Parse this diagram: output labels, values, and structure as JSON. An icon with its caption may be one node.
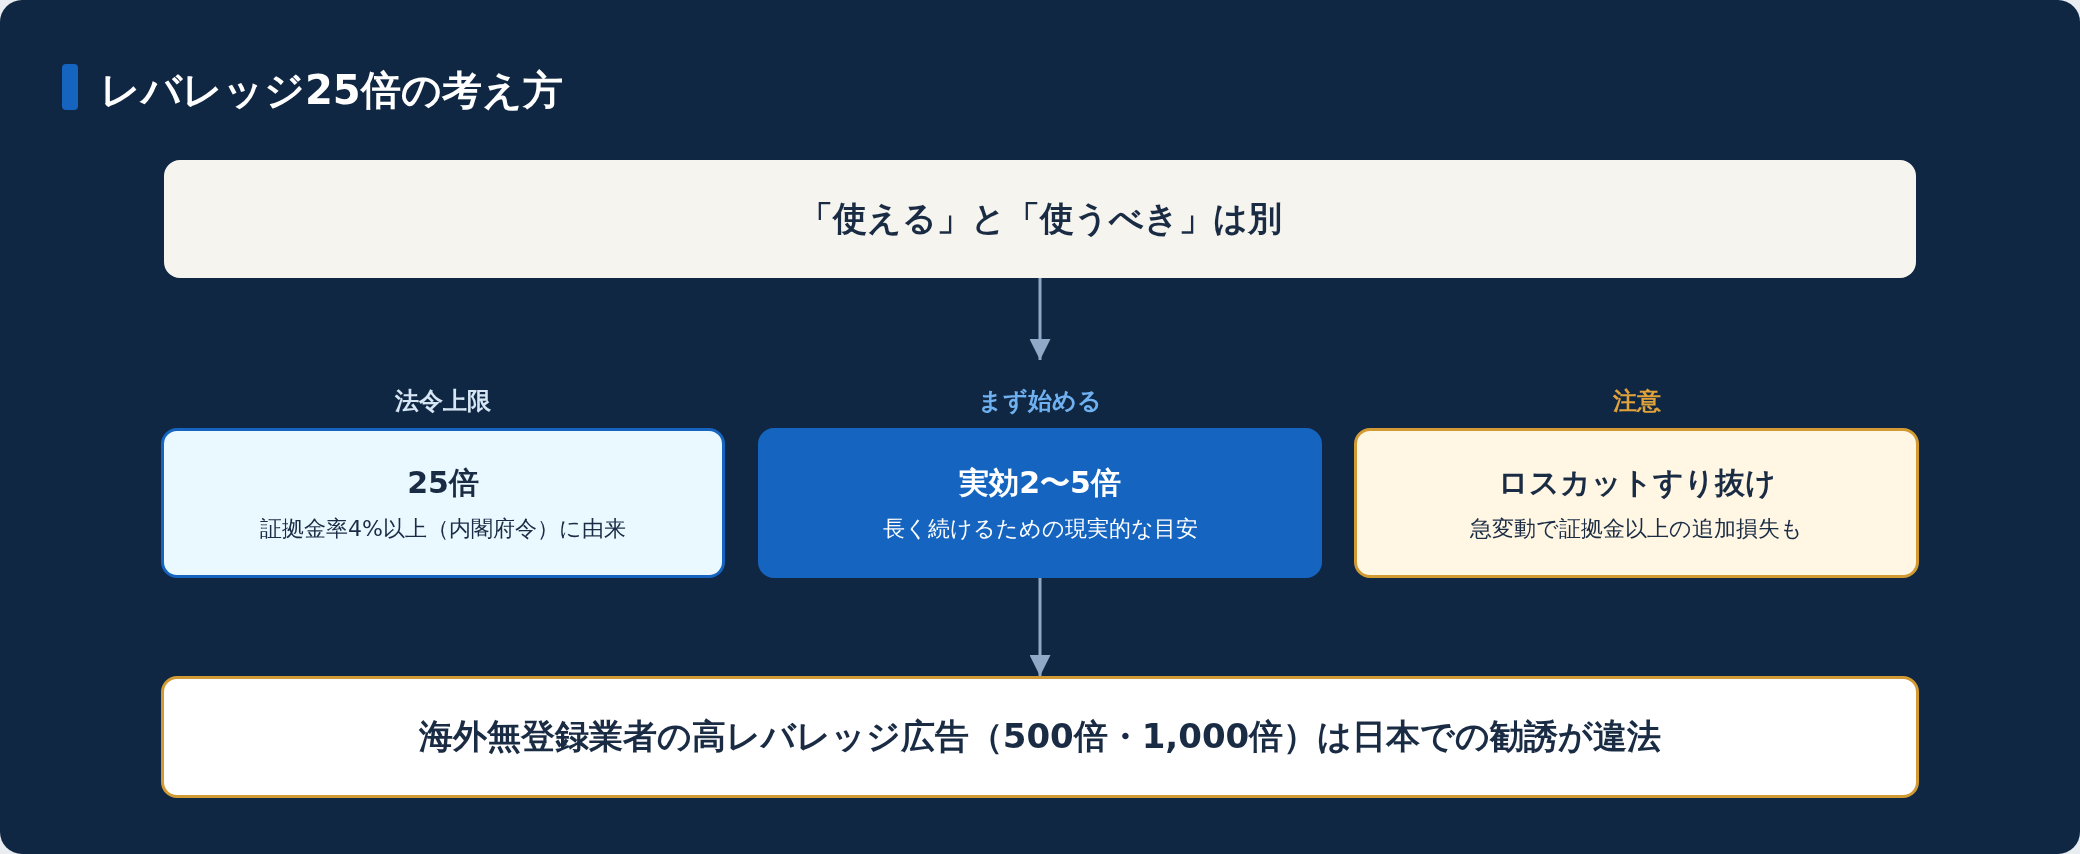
{
  "diagram": {
    "title": "レバレッジ25倍の考え方",
    "nodes": [
      {
        "text": [
          "「使える」と「使うべき」は別"
        ]
      },
      {
        "text": [
          "法令上限",
          "25倍",
          "証拠金率4%以上（内閣府令）に由来"
        ]
      },
      {
        "text": [
          "まず始める",
          "実効2〜5倍",
          "長く続けるための現実的な目安"
        ]
      },
      {
        "text": [
          "注意",
          "ロスカットすり抜け",
          "急変動で証拠金以上の追加損失も"
        ]
      },
      {
        "text": [
          "海外無登録業者の高レバレッジ広告（500倍・1,000倍）は日本での勧誘が違法"
        ]
      }
    ],
    "edges": [
      {
        "from": 0,
        "to": 2,
        "arrow": "to"
      },
      {
        "from": 2,
        "to": 4,
        "arrow": "to"
      }
    ]
  }
}
